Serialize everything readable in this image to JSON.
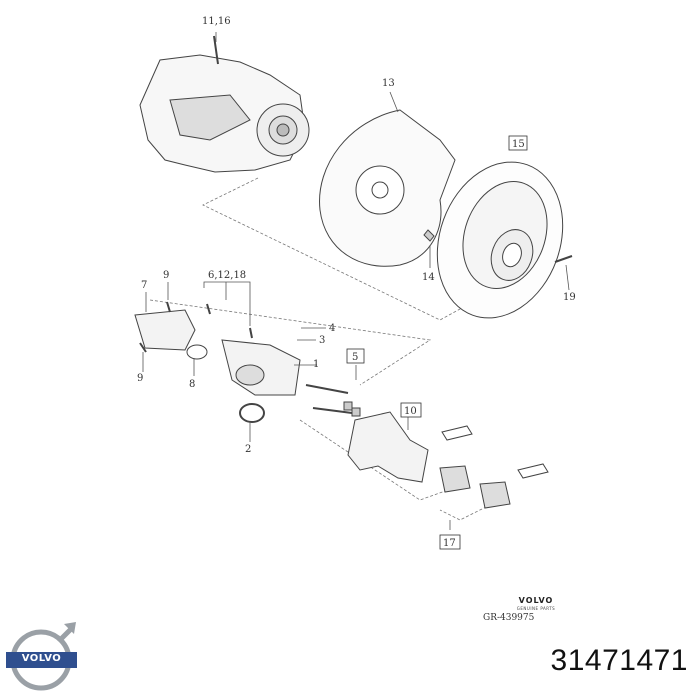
{
  "labels": {
    "l11_16": "11,16",
    "l13": "13",
    "l15": "15",
    "l14": "14",
    "l19": "19",
    "l7": "7",
    "l9a": "9",
    "l6_12_18": "6,12,18",
    "l4": "4",
    "l3": "3",
    "l1": "1",
    "l9b": "9",
    "l8": "8",
    "l5": "5",
    "l2": "2",
    "l10": "10",
    "l17": "17"
  },
  "brand": {
    "caption": "VOLVO",
    "subcaption": "GENUINE PARTS",
    "ref_code": "GR-439975",
    "logo_word": "VOLVO"
  },
  "part_number": "31471471",
  "colors": {
    "line": "#555555",
    "logo_blue": "#2f4f8f",
    "logo_ring": "#9aa0a6"
  }
}
